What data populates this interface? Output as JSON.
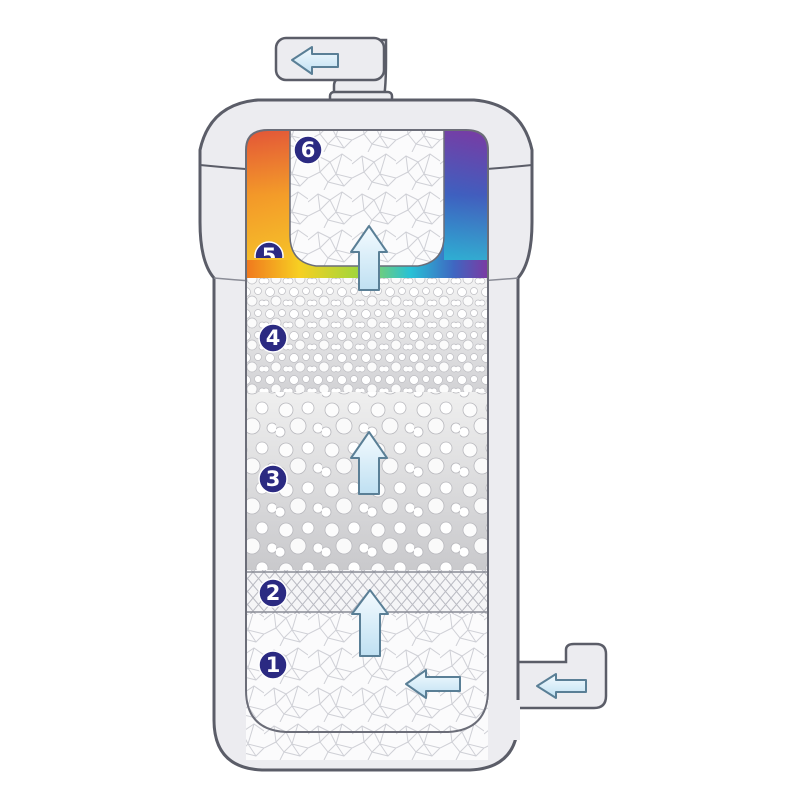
{
  "diagram": {
    "stages": [
      {
        "label": "1",
        "layer": "inlet-chamber"
      },
      {
        "label": "2",
        "layer": "mesh-screen"
      },
      {
        "label": "3",
        "layer": "coarse-media"
      },
      {
        "label": "4",
        "layer": "fine-media"
      },
      {
        "label": "5",
        "layer": "spectrum-band"
      },
      {
        "label": "6",
        "layer": "outlet-chamber"
      }
    ],
    "flow": [
      "inlet-arrow",
      "bottom-chamber-arrow",
      "up-arrow-lower",
      "up-arrow-middle",
      "up-arrow-top",
      "outlet-arrow"
    ]
  },
  "colors": {
    "housing": "#ececf0",
    "housing_stroke": "#5b5d68",
    "label_badge": "#2b2a82",
    "arrow_fill": "#d4ebf6",
    "arrow_stroke": "#5a7f96",
    "spectrum": [
      "#f28b24",
      "#f7d023",
      "#9fd53a",
      "#2bbfd7",
      "#3e6fc2",
      "#7f3aa3"
    ]
  }
}
